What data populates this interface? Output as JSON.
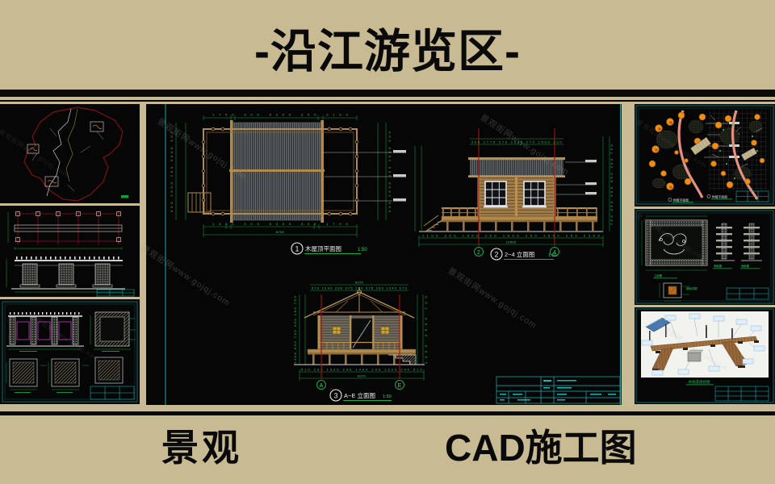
{
  "banner": {
    "title": "-沿江游览区-"
  },
  "footer": {
    "left_label": "景观",
    "right_label": "CAD施工图"
  },
  "watermark": {
    "text": "景观街网www.gojqj.com"
  },
  "colors": {
    "background_tan": "#c8ba92",
    "cad_green": "#0fa546",
    "cad_red": "#a8100f",
    "cad_cyan": "#18b7b7",
    "wood": "#b08a4c",
    "path_salmon": "#e59180",
    "tree_orange": "#ef8d12"
  },
  "center_panel": {
    "drawing1": {
      "num": "1",
      "title": "木屋顶平面图",
      "scale": "1:50",
      "dims": {
        "top": "1700 300 5200 300 2100",
        "bottom": "1400 300 5200 300 1700",
        "total": "8700",
        "left": "300 2600 200 2600 300",
        "right": "900 2600 450 2600 900"
      }
    },
    "drawing2": {
      "num": "2",
      "title": "2~4 立面图",
      "scale": "1:50",
      "bubbles": [
        "2",
        "4"
      ],
      "dims": {
        "top": "200 1770 270 1320 270 1500 230",
        "bottom": "1100 250 1500 250 1500 250 1500 250 2300",
        "total": "10500",
        "right": "750 850 600 450 300 750"
      }
    },
    "drawing3": {
      "num": "3",
      "title": "A~E 立面图",
      "scale": "1:50",
      "bubbles": [
        "A",
        "E"
      ],
      "dims": {
        "top": "570 1240 290 975 290 975 290 1240 570",
        "total": "6070",
        "bottom": "510 240 1320 240 1460 240 1320 240 510",
        "bottom_total": "6070",
        "left": "1400 600 700 300 150 700",
        "right": "1400 4600 700"
      }
    }
  },
  "right_column": {
    "planting_captions": [
      "种植平面图",
      "种植平面图"
    ],
    "detail_captions": [
      "立面图",
      "侧面图",
      "侧面图",
      "基础详图"
    ],
    "render_caption": "木栈道透视图"
  }
}
